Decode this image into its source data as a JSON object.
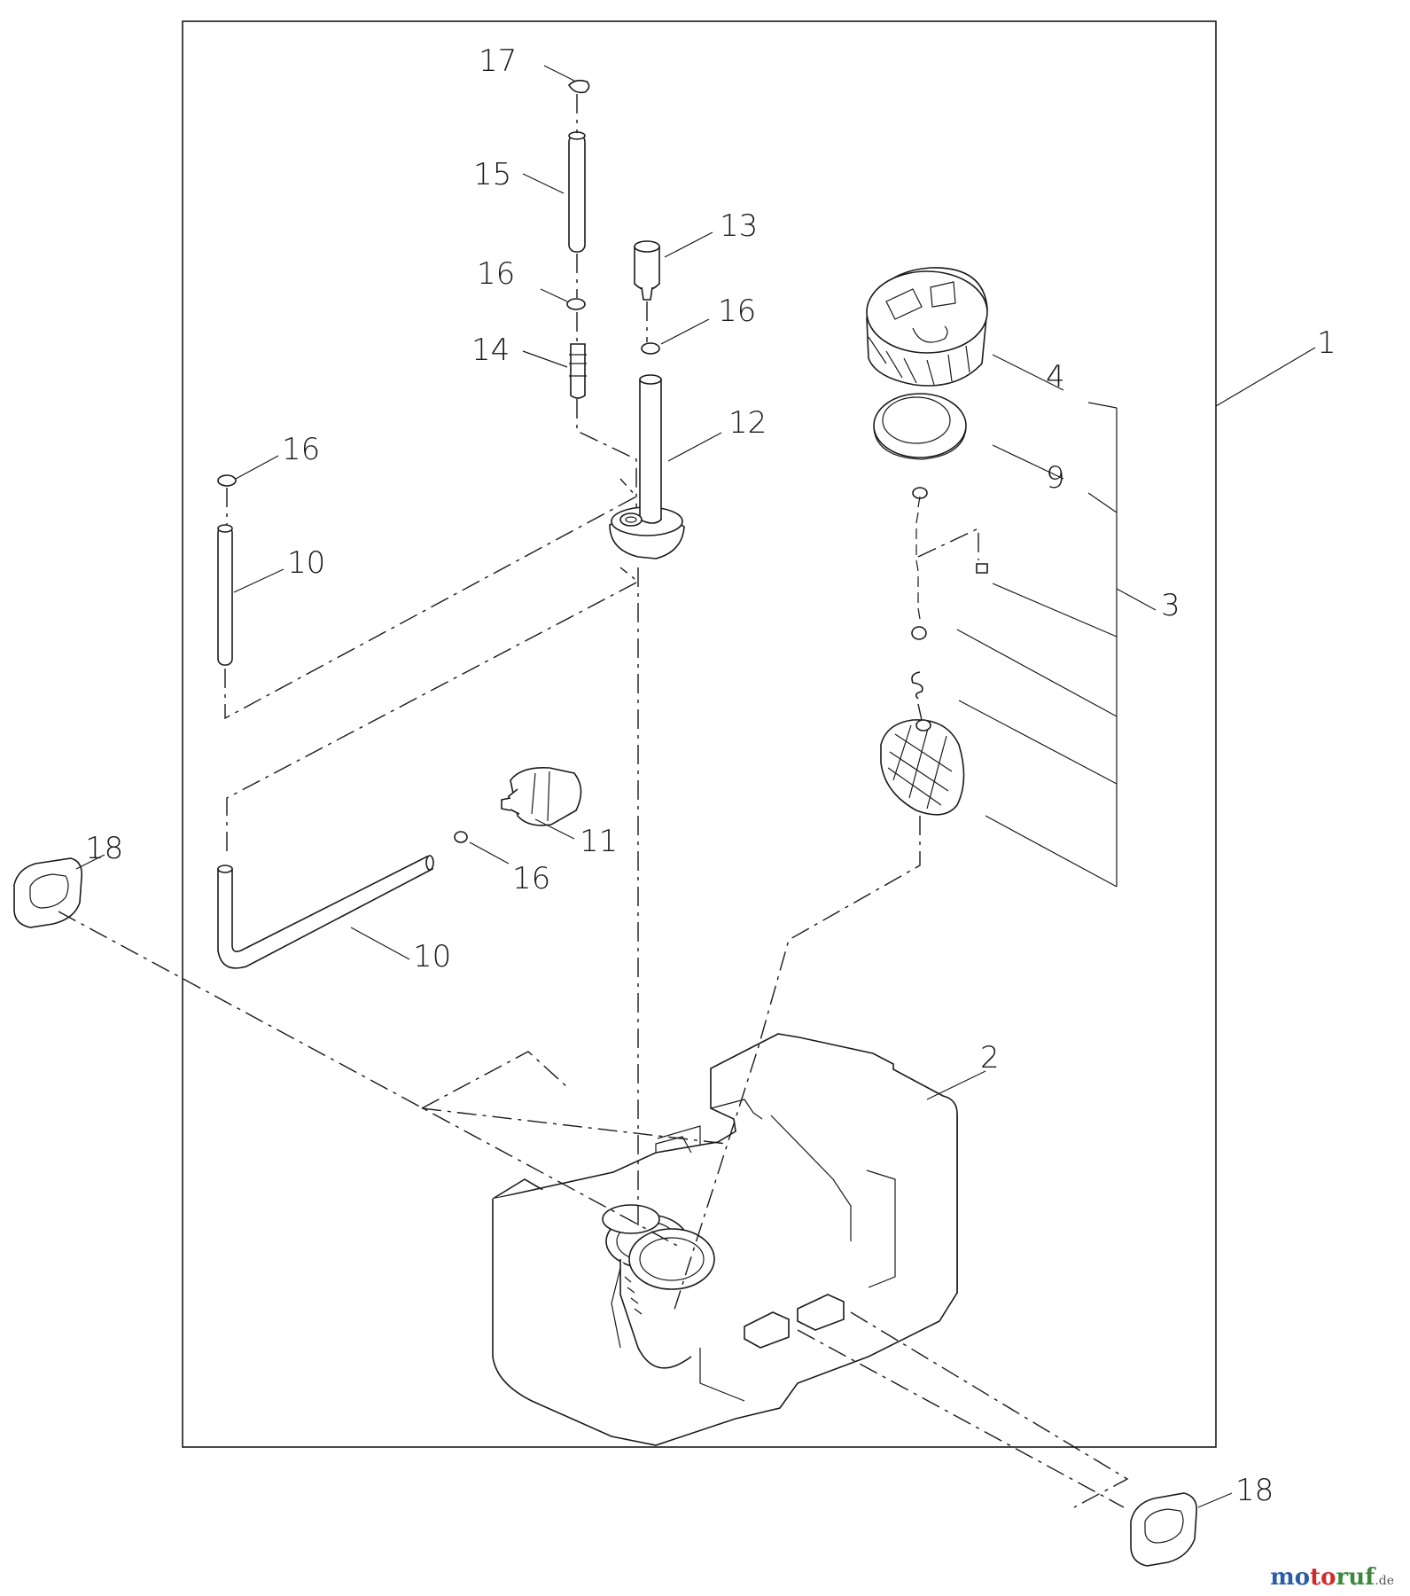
{
  "diagram": {
    "callouts": {
      "c1": "1",
      "c2": "2",
      "c3": "3",
      "c4": "4",
      "c9": "9",
      "c10a": "10",
      "c10b": "10",
      "c11": "11",
      "c12": "12",
      "c13": "13",
      "c14": "14",
      "c15": "15",
      "c16a": "16",
      "c16b": "16",
      "c16c": "16",
      "c16d": "16",
      "c17": "17",
      "c18a": "18",
      "c18b": "18"
    }
  },
  "watermark": {
    "part1": "mo",
    "part2": "to",
    "part3": "ruf",
    "suffix": ".de"
  }
}
